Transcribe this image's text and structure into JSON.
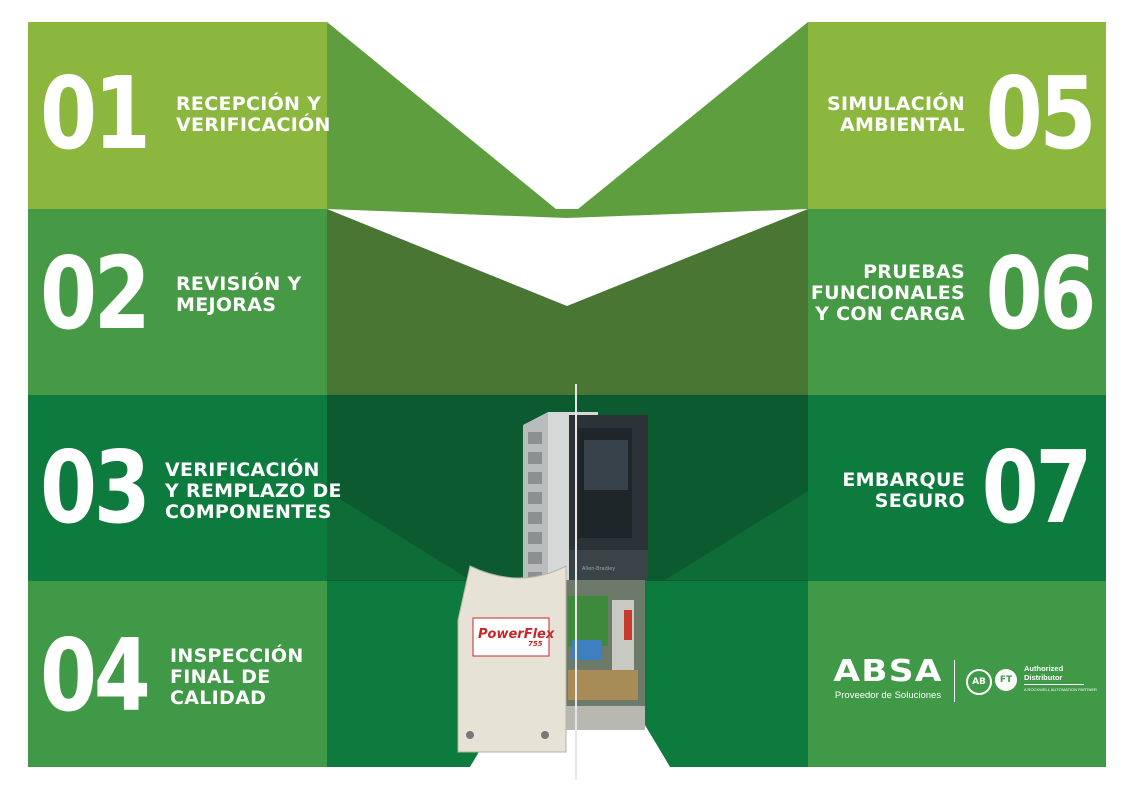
{
  "steps": [
    {
      "number": "01",
      "lines": [
        "RECEPCIÓN Y",
        "VERIFICACIÓN"
      ]
    },
    {
      "number": "02",
      "lines": [
        "REVISIÓN Y",
        "MEJORAS"
      ]
    },
    {
      "number": "03",
      "lines": [
        "VERIFICACIÓN",
        "Y REMPLAZO DE",
        "COMPONENTES"
      ]
    },
    {
      "number": "04",
      "lines": [
        "INSPECCIÓN",
        "FINAL DE",
        "CALIDAD"
      ]
    },
    {
      "number": "05",
      "lines": [
        "SIMULACIÓN",
        "AMBIENTAL"
      ]
    },
    {
      "number": "06",
      "lines": [
        "PRUEBAS",
        "FUNCIONALES",
        "Y CON CARGA"
      ]
    },
    {
      "number": "07",
      "lines": [
        "EMBARQUE",
        "SEGURO"
      ]
    }
  ],
  "product": {
    "brand_label": "PowerFlex",
    "model_label": "755",
    "faceplate_text": "Allen-Bradley"
  },
  "logo": {
    "company": "ABSA",
    "tagline": "Proveedor de Soluciones",
    "badge_ab": "AB",
    "badge_ft": "FT",
    "authorized": "Authorized",
    "distributor": "Distributor",
    "partner": "A ROCKWELL AUTOMATION PARTNER"
  },
  "colors": {
    "band1_side": "#8bb73f",
    "band1_center": "#5e9e3e",
    "band2_side": "#469a45",
    "band2_center": "#4a7634",
    "band3_side": "#0d7a3e",
    "band3_center": "#0b5a30",
    "band4_side": "#3f9946",
    "band4_center": "#0d7a3e"
  }
}
